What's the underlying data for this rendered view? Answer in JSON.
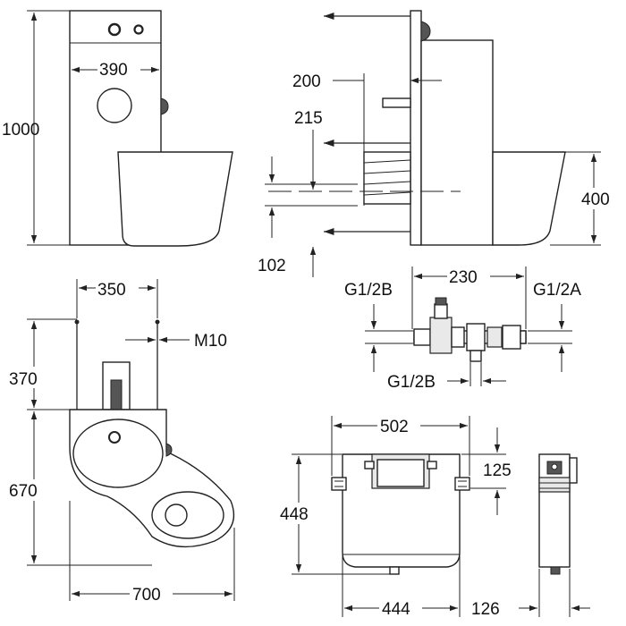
{
  "drawing": {
    "front_view": {
      "height_label": "1000",
      "width_label": "390"
    },
    "side_view": {
      "depth_200_label": "200",
      "depth_215_label": "215",
      "bowl_height_label": "400",
      "inlet_height_label": "102"
    },
    "top_view": {
      "rod_spacing_label": "350",
      "thread_label": "M10",
      "rear_depth_label": "370",
      "bowl_depth_label": "670",
      "width_label": "700"
    },
    "valve_detail": {
      "length_label": "230",
      "inlet_left_label": "G1/2B",
      "inlet_right_label": "G1/2A",
      "outlet_label": "G1/2B"
    },
    "cistern_view": {
      "top_width_label": "502",
      "offset_label": "125",
      "height_label": "448",
      "bottom_width_label": "444",
      "side_depth_label": "126"
    }
  }
}
